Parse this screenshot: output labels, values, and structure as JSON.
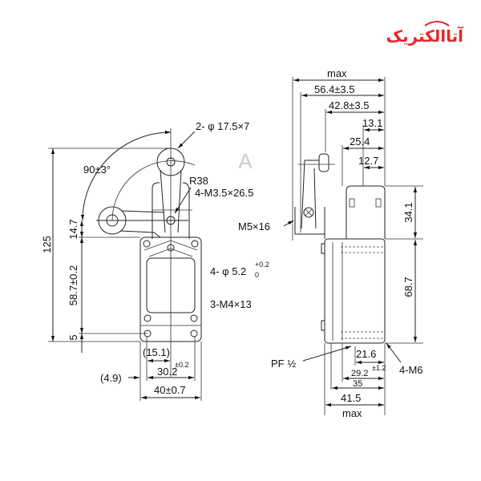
{
  "logo": {
    "text": "آتاالکتریک",
    "color": "#e8262a"
  },
  "watermark": {
    "text": "A"
  },
  "front_view": {
    "roller_spec": "2- φ 17.5×7",
    "angle": "90±3°",
    "radius": "R38",
    "screw_spec": "4-M3.5×26.5",
    "hole_spec": "4- φ 5.2",
    "hole_tol_upper": "+0.2",
    "hole_tol_lower": "0",
    "mount_spec": "3-M4×13",
    "height_total": "125",
    "height_lever": "14.7",
    "height_body": "58.7±0.2",
    "height_bottom": "5",
    "width_inner": "(15.1)",
    "width_holes": "30.2",
    "width_holes_tol": "±0.2",
    "offset": "(4.9)",
    "width_total": "40±0.7"
  },
  "side_view": {
    "max_label": "max",
    "dim_56": "56.4±3.5",
    "dim_42": "42.8±3.5",
    "dim_13": "13.1",
    "dim_25": "25.4",
    "dim_12": "12.7",
    "screw": "M5×16",
    "height_head": "34.1",
    "height_body": "68.7",
    "conduit": "PF ½",
    "mount": "4-M6",
    "dim_21": "21.6",
    "dim_29": "29.2",
    "dim_29_tol": "±1.2",
    "dim_35": "35",
    "dim_41": "41.5",
    "max_bottom": "max"
  }
}
